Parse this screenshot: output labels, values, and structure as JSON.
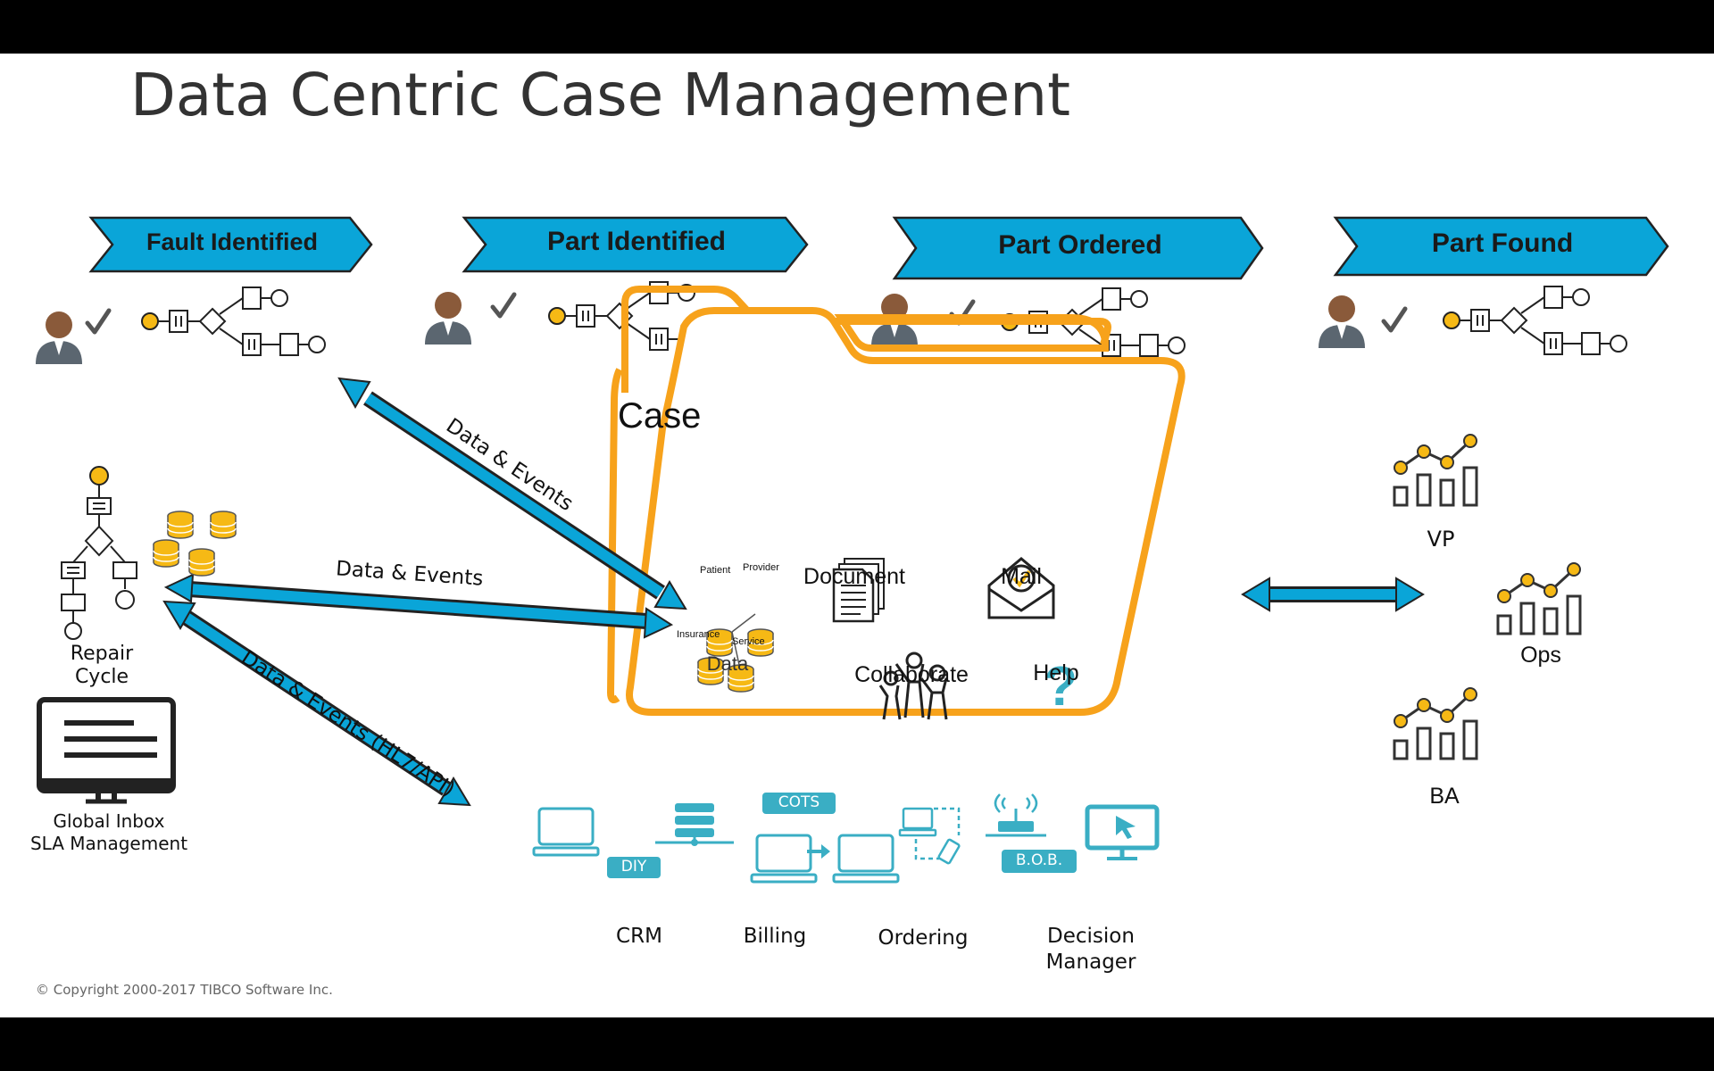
{
  "title": "Data Centric Case Management",
  "stages": [
    "Fault Identified",
    "Part Identified",
    "Part Ordered",
    "Part Found"
  ],
  "arrows": {
    "top": "Data & Events",
    "middle": "Data  & Events",
    "bottom": "Data  & Events (HL7/API)"
  },
  "left": {
    "repair_cycle": "Repair Cycle",
    "inbox_line1": "Global Inbox",
    "inbox_line2": "SLA Management"
  },
  "case": {
    "title": "Case",
    "document": "Document",
    "mail": "Mail",
    "data": "Data",
    "collaborate": "Collaborate",
    "help": "Help",
    "db_labels": [
      "Patient",
      "Provider",
      "Insurance",
      "Service"
    ]
  },
  "systems": {
    "diy": "DIY",
    "cots": "COTS",
    "bob": "B.O.B.",
    "crm": "CRM",
    "billing": "Billing",
    "ordering": "Ordering",
    "decision_line1": "Decision",
    "decision_line2": "Manager"
  },
  "analytics": [
    "VP",
    "Ops",
    "BA"
  ],
  "copyright": "© Copyright 2000-2017 TIBCO Software Inc.",
  "colors": {
    "chevron": "#0aa5d8",
    "folder": "#f7a21b",
    "teal": "#3aaec4",
    "node": "#f6b915"
  }
}
